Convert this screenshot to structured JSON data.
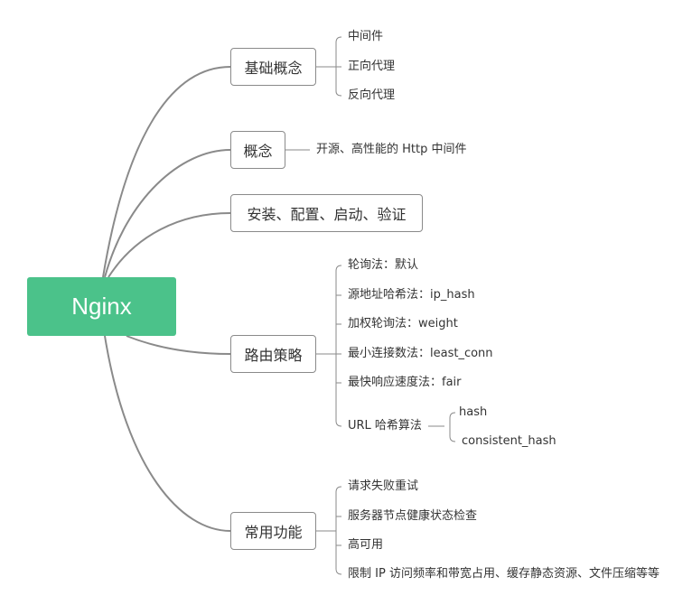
{
  "root": "Nginx",
  "branches": [
    {
      "label": "基础概念",
      "children": [
        "中间件",
        "正向代理",
        "反向代理"
      ]
    },
    {
      "label": "概念",
      "children": [
        "开源、高性能的 Http 中间件"
      ]
    },
    {
      "label": "安装、配置、启动、验证",
      "children": []
    },
    {
      "label": "路由策略",
      "children": [
        "轮询法：默认",
        "源地址哈希法：ip_hash",
        "加权轮询法：weight",
        "最小连接数法：least_conn",
        "最快响应速度法：fair",
        "URL 哈希算法"
      ],
      "sub": {
        "label": "URL 哈希算法",
        "children": [
          "hash",
          "consistent_hash"
        ]
      }
    },
    {
      "label": "常用功能",
      "children": [
        "请求失败重试",
        "服务器节点健康状态检查",
        "高可用",
        "限制 IP 访问频率和带宽占用、缓存静态资源、文件压缩等等"
      ]
    }
  ],
  "colors": {
    "root": "#4bc28a",
    "line": "#8a8a8a",
    "text": "#333333"
  }
}
